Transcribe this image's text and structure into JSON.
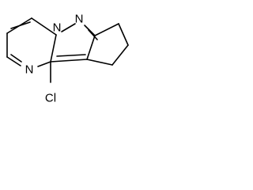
{
  "molecule": {
    "atoms": {
      "n_top": "N",
      "n_bridge": "N",
      "n_ring": "N",
      "chlorine": "Cl"
    }
  }
}
